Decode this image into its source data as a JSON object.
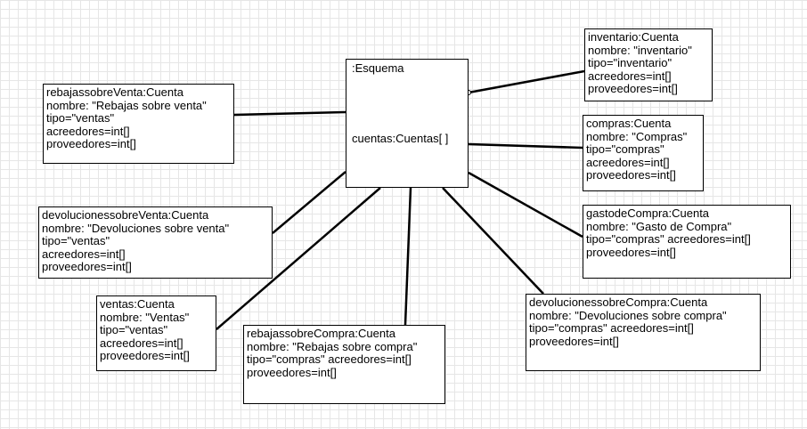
{
  "diagram": {
    "center": {
      "title": ":Esquema",
      "attribute": "cuentas:Cuentas[ ]"
    },
    "nodes": [
      {
        "id": "inventario",
        "lines": [
          "inventario:Cuenta",
          "nombre: \"inventario\"",
          "tipo=\"inventario\"",
          "acreedores=int[]",
          "proveedores=int[]"
        ]
      },
      {
        "id": "compras",
        "lines": [
          "compras:Cuenta",
          "nombre: \"Compras\"",
          "tipo=\"compras\"",
          "acreedores=int[]",
          "proveedores=int[]"
        ]
      },
      {
        "id": "gastodeCompra",
        "lines": [
          "gastodeCompra:Cuenta",
          "nombre: \"Gasto de Compra\"",
          "tipo=\"compras\" acreedores=int[]",
          "proveedores=int[]"
        ]
      },
      {
        "id": "devolucionessobreCompra",
        "lines": [
          "devolucionessobreCompra:Cuenta",
          "nombre: \"Devoluciones sobre compra\"",
          "tipo=\"compras\" acreedores=int[]",
          "proveedores=int[]"
        ]
      },
      {
        "id": "rebajassobreCompra",
        "lines": [
          "rebajassobreCompra:Cuenta",
          "nombre: \"Rebajas sobre compra\"",
          "tipo=\"compras\" acreedores=int[]",
          "proveedores=int[]"
        ]
      },
      {
        "id": "ventas",
        "lines": [
          "ventas:Cuenta",
          "nombre: \"Ventas\"",
          "tipo=\"ventas\"",
          "acreedores=int[]",
          "proveedores=int[]"
        ]
      },
      {
        "id": "devolucionessobreVenta",
        "lines": [
          "devolucionessobreVenta:Cuenta",
          "nombre: \"Devoluciones sobre venta\"",
          "tipo=\"ventas\"",
          "acreedores=int[]",
          "proveedores=int[]"
        ]
      },
      {
        "id": "rebajassobreVenta",
        "lines": [
          "rebajassobreVenta:Cuenta",
          "nombre: \"Rebajas sobre venta\"",
          "tipo=\"ventas\"",
          "acreedores=int[]",
          "proveedores=int[]"
        ]
      }
    ]
  }
}
